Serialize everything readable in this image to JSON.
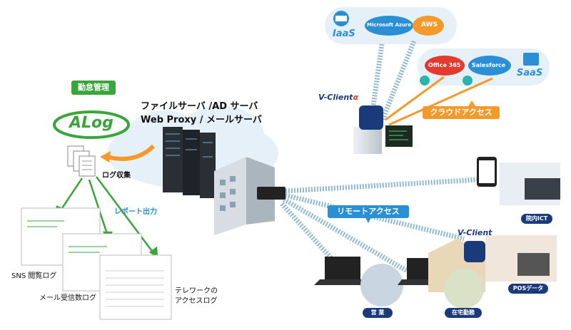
{
  "labels": {
    "kintai": "勤怠管理",
    "alog": "ALog",
    "log_collect": "ログ収集",
    "report": "レポート出力",
    "server_line1": "ファイルサーバ /AD サーバ",
    "server_line2": "Web Proxy / メールサーバ",
    "sns_log": "SNS 閲覧ログ",
    "mail_log": "メール受信数ログ",
    "telework_line1": "テレワークの",
    "telework_line2": "アクセスログ",
    "remote_access": "リモートアクセス",
    "cloud_access": "クラウドアクセス",
    "iaas": "IaaS",
    "saas": "SaaS",
    "azure": "Microsoft Azure",
    "aws": "AWS",
    "office365": "Office 365",
    "salesforce": "Salesforce",
    "vclient_alpha": "V-Client",
    "alpha": "α",
    "vclient": "V-Client",
    "innai_ict": "院内ICT",
    "pos": "POSデータ",
    "eigyo": "営 業",
    "zaitaku": "在宅勤務"
  },
  "colors": {
    "green": "#3aa53a",
    "orange": "#f39a2a",
    "blue": "#2b8fd6",
    "navy": "#1a3a7a",
    "red": "#e33b2e"
  }
}
